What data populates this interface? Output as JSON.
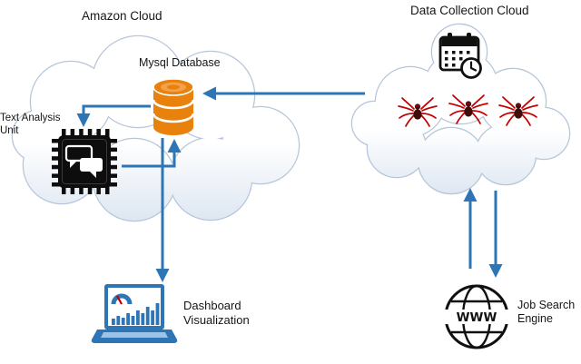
{
  "diagram": {
    "type": "system-architecture",
    "labels": {
      "amazon_cloud": "Amazon Cloud",
      "data_collection_cloud": "Data Collection Cloud",
      "mysql_database": "Mysql Database",
      "text_analysis_unit": "Text Analysis Unit",
      "dashboard_visualization": "Dashboard Visualization",
      "job_search_engine": "Job Search Engine"
    },
    "globe_text": "WWW",
    "icons": {
      "calendar_clock": "calendar-clock-icon",
      "spiders": "spider-icon",
      "spider_count": 3,
      "database": "database-cylinder-icon",
      "chip": "processor-chip-chat-icon",
      "laptop": "laptop-dashboard-icon",
      "globe": "www-globe-icon"
    },
    "colors": {
      "arrow_blue": "#2E75B6",
      "database_orange": "#E8820C",
      "spider_red": "#C00000",
      "laptop_blue": "#2E75B6",
      "cloud_outline": "#B6C6DA",
      "icon_black": "#101010"
    },
    "connections": [
      {
        "from": "data-collection-cloud",
        "to": "mysql-database"
      },
      {
        "from": "mysql-database",
        "to": "text-analysis-unit"
      },
      {
        "from": "text-analysis-unit",
        "to": "mysql-database"
      },
      {
        "from": "mysql-database",
        "to": "dashboard-visualization"
      },
      {
        "from": "job-search-engine",
        "to": "data-collection-cloud"
      },
      {
        "from": "data-collection-cloud",
        "to": "job-search-engine"
      }
    ]
  }
}
